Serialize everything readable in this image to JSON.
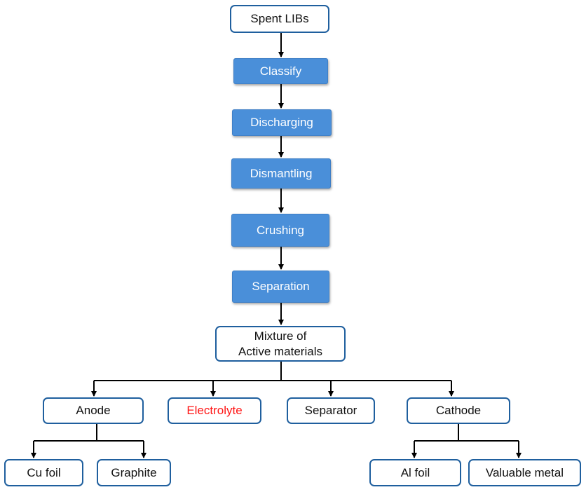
{
  "diagram": {
    "top": {
      "label": "Spent LIBs"
    },
    "process_steps": [
      {
        "label": "Classify"
      },
      {
        "label": "Discharging"
      },
      {
        "label": "Dismantling"
      },
      {
        "label": "Crushing"
      },
      {
        "label": "Separation"
      }
    ],
    "mixture": {
      "label": "Mixture of\nActive materials"
    },
    "components": [
      {
        "label": "Anode"
      },
      {
        "label": "Electrolyte",
        "color": "#ff1414"
      },
      {
        "label": "Separator"
      },
      {
        "label": "Cathode"
      }
    ],
    "anode_products": [
      {
        "label": "Cu foil"
      },
      {
        "label": "Graphite"
      }
    ],
    "cathode_products": [
      {
        "label": "Al foil"
      },
      {
        "label": "Valuable metal"
      }
    ]
  },
  "colors": {
    "step_fill": "#4a8fd9",
    "outline": "#1f5f9e",
    "highlight_text": "#ff1414"
  }
}
